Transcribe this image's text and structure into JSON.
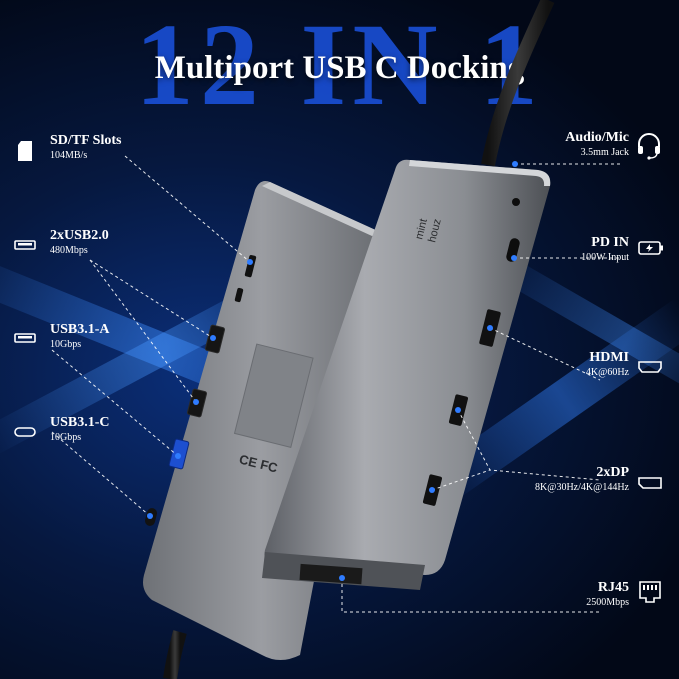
{
  "headline": {
    "big": "12 IN 1",
    "title": "Multiport USB C Docking"
  },
  "brand": "mint houz",
  "ports_left": [
    {
      "name": "SD/TF Slots",
      "spec": "104MB/s",
      "icon": "sd-card-icon"
    },
    {
      "name": "2xUSB2.0",
      "spec": "480Mbps",
      "icon": "usb-a-port-icon"
    },
    {
      "name": "USB3.1-A",
      "spec": "10Gbps",
      "icon": "usb-a-port-icon"
    },
    {
      "name": "USB3.1-C",
      "spec": "10Gbps",
      "icon": "usb-c-port-icon"
    }
  ],
  "ports_right": [
    {
      "name": "Audio/Mic",
      "spec": "3.5mm Jack",
      "icon": "headset-icon"
    },
    {
      "name": "PD IN",
      "spec": "100W Input",
      "icon": "battery-charging-icon"
    },
    {
      "name": "HDMI",
      "spec": "4K@60Hz",
      "icon": "hdmi-port-icon"
    },
    {
      "name": "2xDP",
      "spec": "8K@30Hz/4K@144Hz",
      "icon": "displayport-icon"
    },
    {
      "name": "RJ45",
      "spec": "2500Mbps",
      "icon": "ethernet-port-icon"
    }
  ],
  "colors": {
    "accent": "#1a4fd6",
    "background": "#06183f",
    "hub": "#8d8f94",
    "text": "#ffffff"
  }
}
